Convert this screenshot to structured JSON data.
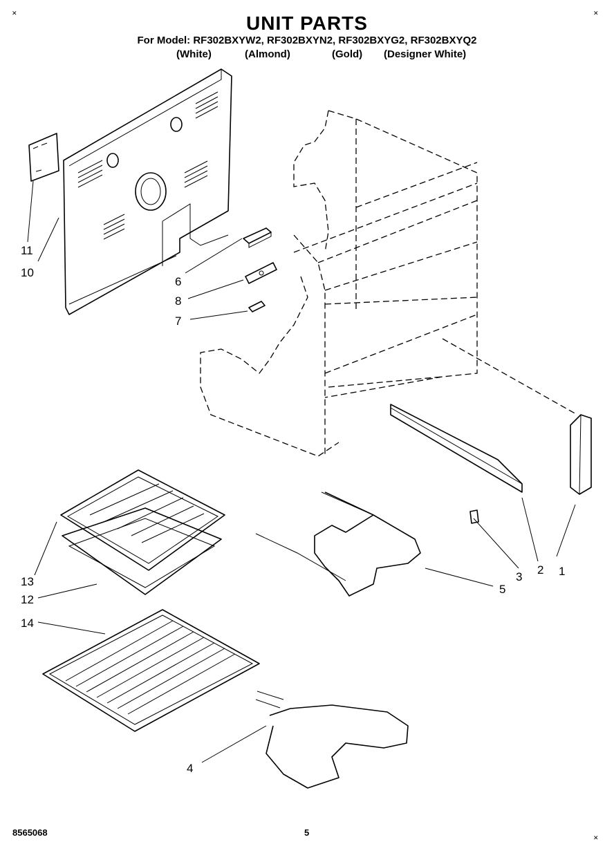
{
  "header": {
    "title": "UNIT PARTS",
    "models": "For Model: RF302BXYW2, RF302BXYN2, RF302BXYG2, RF302BXYQ2",
    "variants": [
      "(White)",
      "(Almond)",
      "(Gold)",
      "(Designer White)"
    ]
  },
  "callouts": [
    "1",
    "2",
    "3",
    "4",
    "5",
    "6",
    "7",
    "8",
    "10",
    "11",
    "12",
    "13",
    "14"
  ],
  "footer": {
    "doc_number": "8565068",
    "page_number": "5"
  }
}
